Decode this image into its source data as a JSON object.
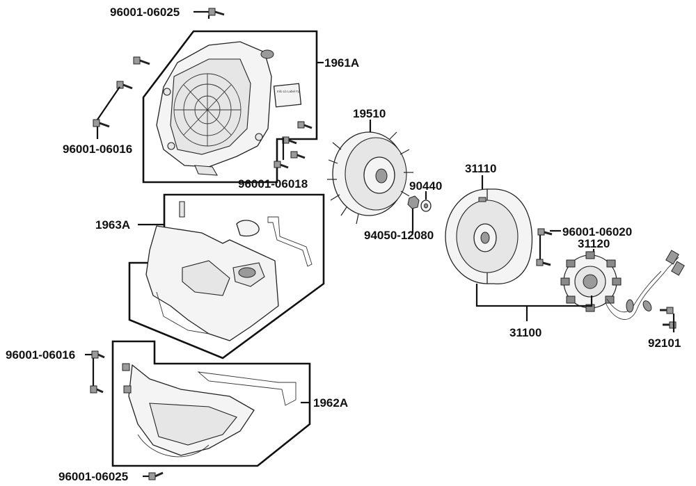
{
  "labels": {
    "bolt_top": "96001-06025",
    "cover_1961A": "1961A",
    "bolt_left_upper": "96001-06016",
    "bolt_mid_right": "96001-06018",
    "flywheel": "19510",
    "washer": "90440",
    "nut": "94050-12080",
    "cover_1963A": "1963A",
    "rotor": "31110",
    "bolt_stator": "96001-06020",
    "stator": "31120",
    "generator_assy": "31100",
    "clip": "92101",
    "bolt_left_lower": "96001-06016",
    "cover_1962A": "1962A",
    "bolt_bottom": "96001-06025"
  },
  "decal_text": "Info Lb Label Fp"
}
